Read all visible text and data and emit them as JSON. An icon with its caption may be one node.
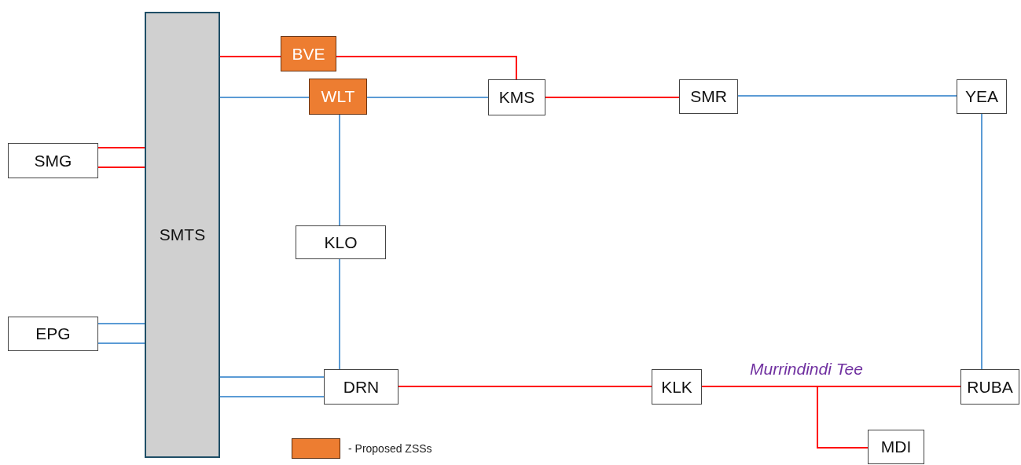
{
  "diagram": {
    "nodes": [
      {
        "text": [
          "SMTS"
        ]
      },
      {
        "text": [
          "SMG"
        ]
      },
      {
        "text": [
          "EPG"
        ]
      },
      {
        "text": [
          "BVE"
        ]
      },
      {
        "text": [
          "WLT"
        ]
      },
      {
        "text": [
          "KMS"
        ]
      },
      {
        "text": [
          "SMR"
        ]
      },
      {
        "text": [
          "YEA"
        ]
      },
      {
        "text": [
          "KLO"
        ]
      },
      {
        "text": [
          "DRN"
        ]
      },
      {
        "text": [
          "KLK"
        ]
      },
      {
        "text": [
          "RUBA"
        ]
      },
      {
        "text": [
          "MDI"
        ]
      }
    ],
    "edges": [
      {
        "from": 0,
        "to": 3,
        "arrow": "none",
        "color": "#ff0000"
      },
      {
        "from": 3,
        "to": 5,
        "arrow": "none",
        "color": "#ff0000"
      },
      {
        "from": 0,
        "to": 4,
        "arrow": "none"
      },
      {
        "from": 4,
        "to": 5,
        "arrow": "none"
      },
      {
        "from": 5,
        "to": 6,
        "arrow": "none",
        "color": "#ff0000"
      },
      {
        "from": 6,
        "to": 7,
        "arrow": "none"
      },
      {
        "from": 4,
        "to": 8,
        "arrow": "none"
      },
      {
        "from": 8,
        "to": 9,
        "arrow": "none"
      },
      {
        "from": 7,
        "to": 11,
        "arrow": "none"
      },
      {
        "from": 1,
        "to": 0,
        "arrow": "none",
        "color": "#ff0000"
      },
      {
        "from": 1,
        "to": 0,
        "arrow": "none",
        "color": "#ff0000"
      },
      {
        "from": 2,
        "to": 0,
        "arrow": "none"
      },
      {
        "from": 2,
        "to": 0,
        "arrow": "none"
      },
      {
        "from": 0,
        "to": 9,
        "arrow": "none"
      },
      {
        "from": 0,
        "to": 9,
        "arrow": "none"
      },
      {
        "from": 9,
        "to": 10,
        "arrow": "none",
        "color": "#ff0000"
      },
      {
        "from": 10,
        "to": 11,
        "arrow": "none",
        "color": "#ff0000",
        "label": "Murrindindi Tee"
      },
      {
        "from": 10,
        "to": 12,
        "arrow": "none",
        "color": "#ff0000"
      },
      {
        "from": 11,
        "to": 12,
        "arrow": "none",
        "color": "#ff0000"
      }
    ],
    "legend": [
      {
        "text": "- Proposed ZSSs",
        "color": "#ed7d31"
      }
    ]
  }
}
